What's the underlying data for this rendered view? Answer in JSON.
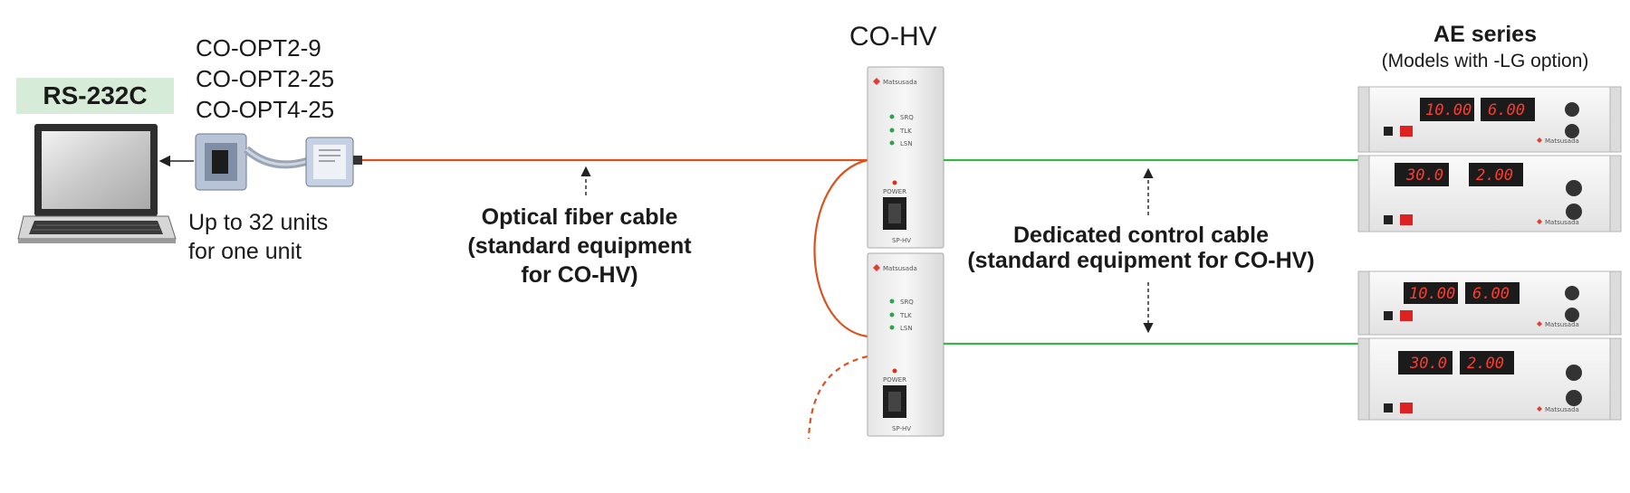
{
  "interface_label": "RS-232C",
  "adapters": [
    "CO-OPT2-9",
    "CO-OPT2-25",
    "CO-OPT4-25"
  ],
  "units_note": [
    "Up to 32 units",
    "for one unit"
  ],
  "optical_cable_label": [
    "Optical fiber cable",
    "(standard equipment",
    "for CO-HV)"
  ],
  "controller": {
    "title": "CO-HV",
    "brand": "Matsusada",
    "leds": [
      "SRQ",
      "TLK",
      "LSN"
    ],
    "power_label": "POWER",
    "model_text": "SP-HV"
  },
  "control_cable_label": [
    "Dedicated control cable",
    "(standard equipment for CO-HV)"
  ],
  "power_supplies": {
    "title": "AE series",
    "subtitle": "(Models with -LG option)",
    "brand": "Matsusada",
    "units": [
      {
        "voltage_display": "10.00",
        "current_display": "6.00"
      },
      {
        "voltage_display": "30.0",
        "current_display": "2.00"
      },
      {
        "voltage_display": "10.00",
        "current_display": "6.00"
      },
      {
        "voltage_display": "30.0",
        "current_display": "2.00"
      }
    ]
  },
  "colors": {
    "optical_cable": "#d9531e",
    "control_cable": "#3cb34a",
    "label_bg": "#d7ecd8",
    "display_text": "#ff3b2f"
  }
}
